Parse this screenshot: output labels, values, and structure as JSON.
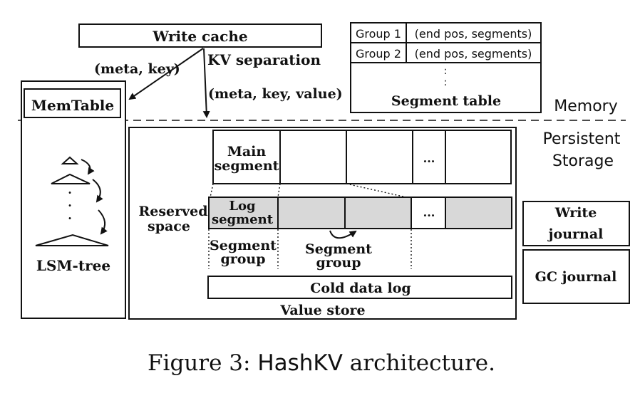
{
  "write_cache": {
    "label": "Write cache"
  },
  "kv_separation": {
    "label": "KV separation"
  },
  "arrows": {
    "meta_key": "(meta, key)",
    "meta_key_value": "(meta, key, value)"
  },
  "segment_table": {
    "rows": [
      {
        "group": "Group 1",
        "info": "(end pos, segments)"
      },
      {
        "group": "Group 2",
        "info": "(end pos, segments)"
      }
    ],
    "ellipsis": ":",
    "title": "Segment table"
  },
  "regions": {
    "memory": "Memory",
    "persistent_line1": "Persistent",
    "persistent_line2": "Storage"
  },
  "memtable": {
    "label": "MemTable"
  },
  "lsm": {
    "label": "LSM-tree",
    "dots": "·"
  },
  "value_store": {
    "label": "Value store",
    "reserved_line1": "Reserved",
    "reserved_line2": "space",
    "main_segment_line1": "Main",
    "main_segment_line2": "segment",
    "log_segment_line1": "Log",
    "log_segment_line2": "segment",
    "ellipsis": "...",
    "segment_group_left_line1": "Segment",
    "segment_group_left_line2": "group",
    "segment_group_mid_line1": "Segment",
    "segment_group_mid_line2": "group",
    "cold_data_log": "Cold data log"
  },
  "journals": {
    "write_line1": "Write",
    "write_line2": "journal",
    "gc": "GC journal"
  },
  "caption": {
    "prefix": "Figure 3: ",
    "system": "HashKV",
    "suffix": " architecture."
  }
}
